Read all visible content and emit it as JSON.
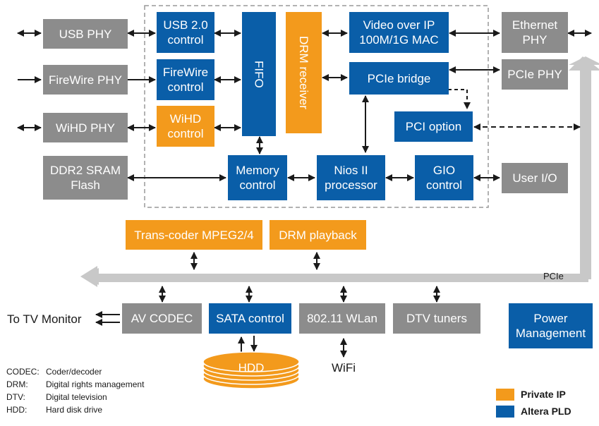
{
  "blocks": {
    "usb_phy": "USB PHY",
    "firewire_phy": "FireWire PHY",
    "wihd_phy": "WiHD PHY",
    "ddr2_sram_flash": "DDR2 SRAM\nFlash",
    "usb_control": "USB 2.0\ncontrol",
    "firewire_control": "FireWire\ncontrol",
    "wihd_control": "WiHD\ncontrol",
    "fifo": "FIFO",
    "drm_receiver": "DRM receiver",
    "video_over_ip": "Video over IP\n100M/1G MAC",
    "pcie_bridge": "PCIe bridge",
    "pci_option": "PCI option",
    "memory_control": "Memory\ncontrol",
    "nios_processor": "Nios II\nprocessor",
    "gio_control": "GIO\ncontrol",
    "ethernet_phy": "Ethernet\nPHY",
    "pcie_phy": "PCIe PHY",
    "user_io": "User I/O",
    "transcoder": "Trans-coder MPEG2/4",
    "drm_playback": "DRM playback",
    "av_codec": "AV CODEC",
    "sata_control": "SATA control",
    "wlan": "802.11 WLan",
    "dtv_tuners": "DTV tuners",
    "power_management": "Power\nManagement",
    "hdd": "HDD"
  },
  "labels": {
    "pcie_bus": "PCIe",
    "to_tv_monitor": "To TV Monitor",
    "wifi": "WiFi"
  },
  "abbreviations": [
    {
      "term": "CODEC:",
      "meaning": "Coder/decoder"
    },
    {
      "term": "DRM:",
      "meaning": "Digital rights management"
    },
    {
      "term": "DTV:",
      "meaning": "Digital television"
    },
    {
      "term": "HDD:",
      "meaning": "Hard disk drive"
    }
  ],
  "legend": [
    {
      "label": "Private IP",
      "color": "#f39a1c"
    },
    {
      "label": "Altera PLD",
      "color": "#0a5ea8"
    }
  ],
  "colors": {
    "phy_gray": "#8c8c8c",
    "altera_blue": "#0a5ea8",
    "private_orange": "#f39a1c",
    "bus_gray": "#c8c8c8"
  }
}
